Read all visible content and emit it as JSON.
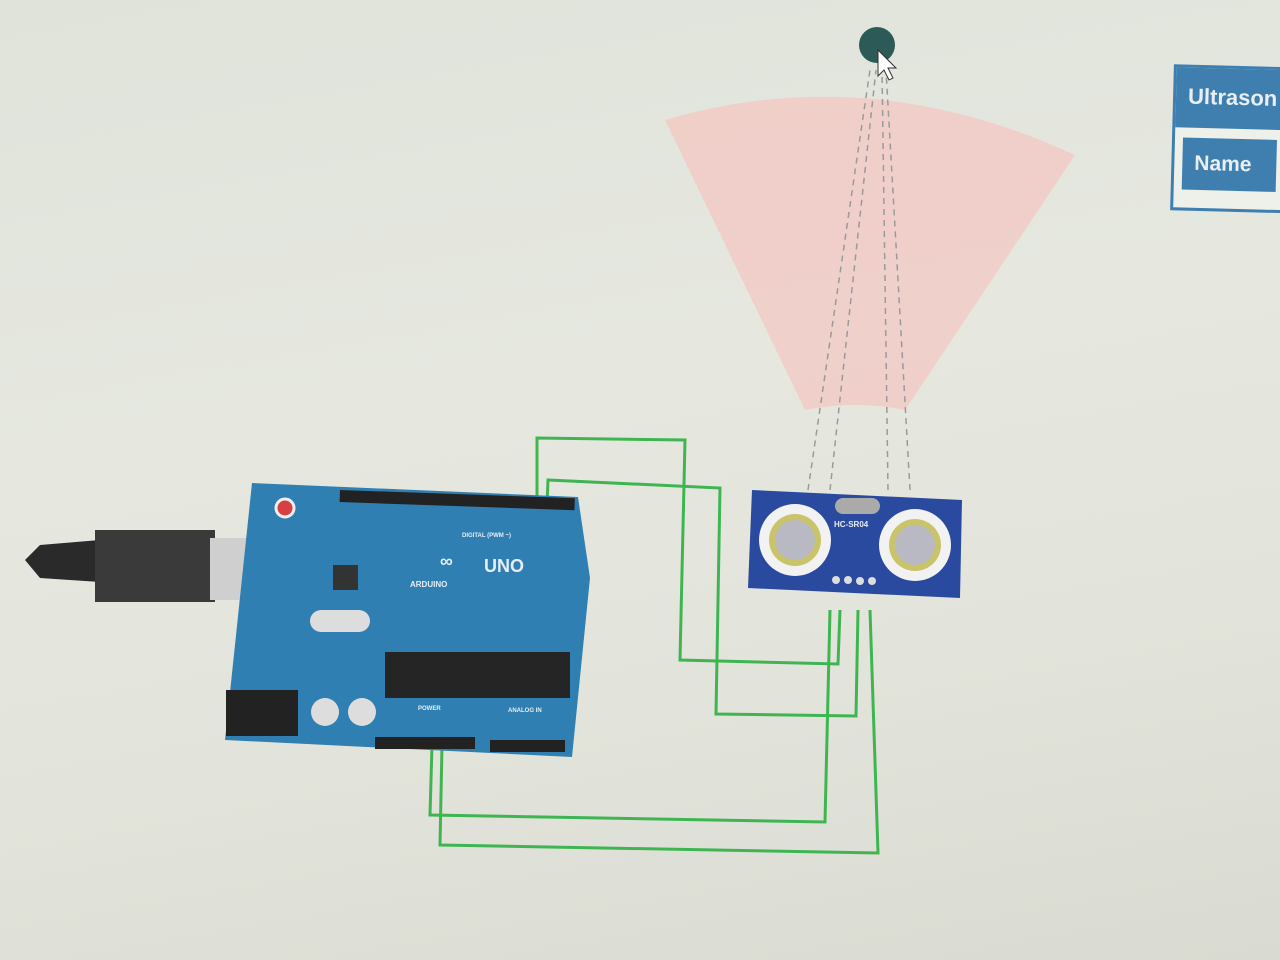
{
  "inspector": {
    "title": "Ultrason",
    "name_label": "Name"
  },
  "board": {
    "brand": "ARDUINO",
    "model": "UNO",
    "digital_label": "DIGITAL (PWM ~)",
    "power_label": "POWER",
    "analog_label": "ANALOG IN"
  },
  "sensor": {
    "model": "HC-SR04"
  },
  "colors": {
    "wire": "#3fb552",
    "board": "#2f7fb2",
    "sensor": "#2a4aa0",
    "range_fan": "#f3c9c4",
    "target": "#2c5a56",
    "panel": "#3f7fb0"
  },
  "icons": {
    "target": "target-object-icon",
    "cursor": "mouse-pointer-icon"
  }
}
